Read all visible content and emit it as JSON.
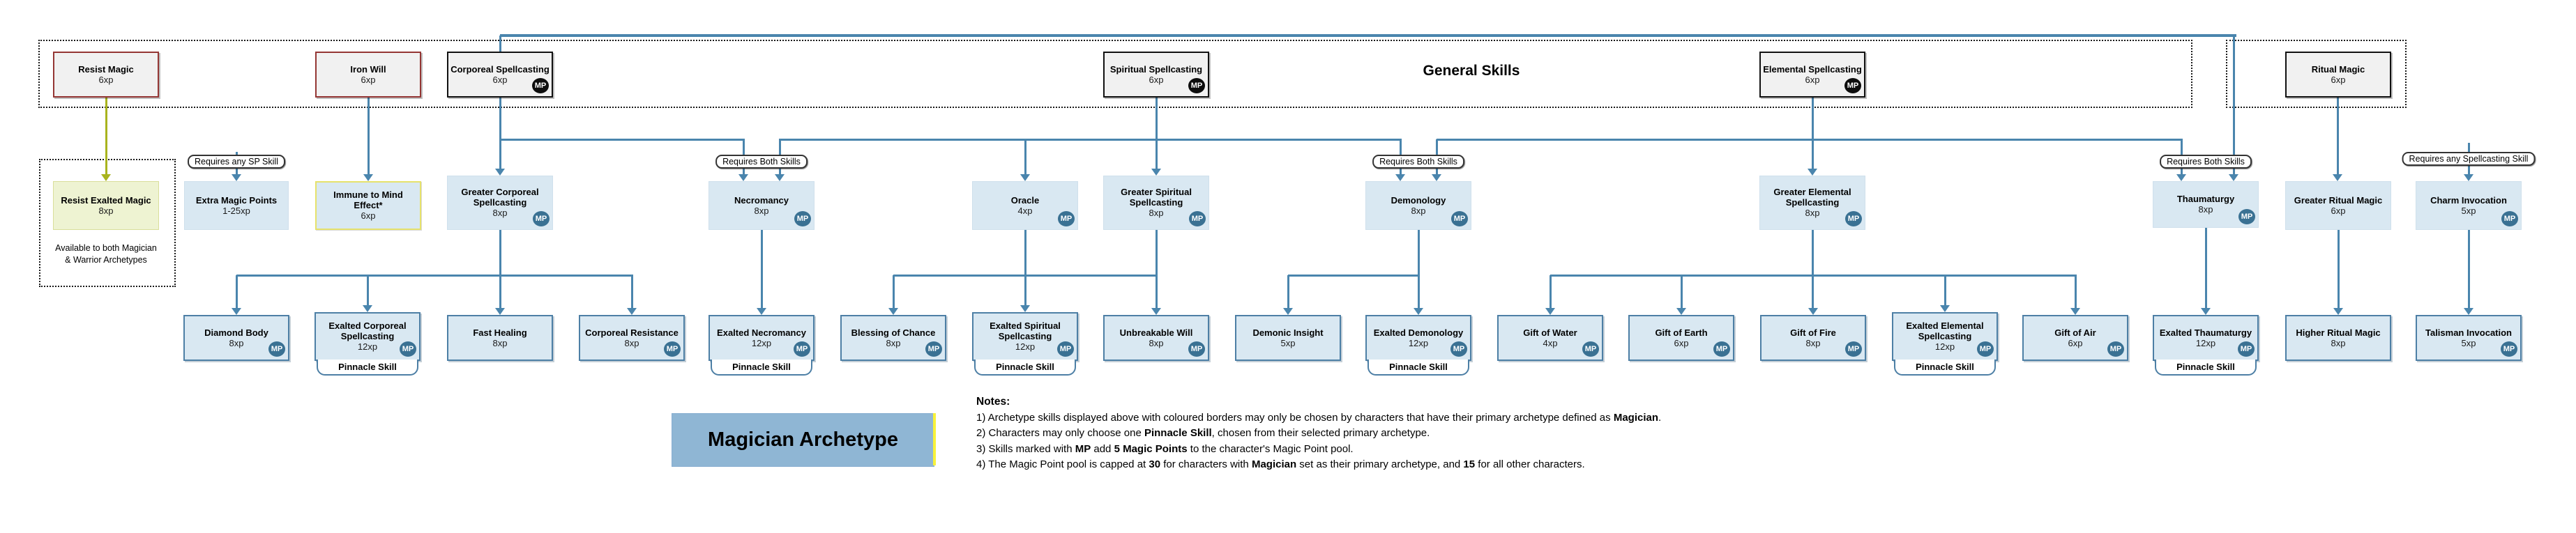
{
  "diagram_title": "General Skills",
  "archetype_banner": "Magician Archetype",
  "pinnacle_label": "Pinnacle Skill",
  "mp_badge": "MP",
  "availability_note": [
    "Available to both Magician",
    "& Warrior Archetypes"
  ],
  "requirement_labels": {
    "sp_skill": "Requires any SP Skill",
    "both_skills": "Requires Both Skills",
    "any_spellcasting": "Requires any Spellcasting Skill"
  },
  "colors": {
    "connector_blue": "#4a85ad",
    "connector_olive": "#a9b41e",
    "tier_fill_blue": "#d9e8f2",
    "tier3_border": "#4d7fa5",
    "general_skill_fill": "#f1f1f1",
    "archetype_red_border": "#943634",
    "highlight_yellow_border": "#e6e26b",
    "olive_fill": "#eef3d2",
    "banner_blue": "#8fb6d4",
    "banner_stripe_yellow": "#f8f23a"
  },
  "skills": [
    {
      "id": "resist-magic",
      "title": "Resist Magic",
      "xp": "6xp",
      "mp": false,
      "pinnacle": false,
      "tier": "general"
    },
    {
      "id": "iron-will",
      "title": "Iron Will",
      "xp": "6xp",
      "mp": false,
      "pinnacle": false,
      "tier": "general"
    },
    {
      "id": "corporeal-spellcasting",
      "title": "Corporeal Spellcasting",
      "xp": "6xp",
      "mp": true,
      "pinnacle": false,
      "tier": "general"
    },
    {
      "id": "spiritual-spellcasting",
      "title": "Spiritual Spellcasting",
      "xp": "6xp",
      "mp": true,
      "pinnacle": false,
      "tier": "general"
    },
    {
      "id": "elemental-spellcasting",
      "title": "Elemental Spellcasting",
      "xp": "6xp",
      "mp": true,
      "pinnacle": false,
      "tier": "general"
    },
    {
      "id": "ritual-magic",
      "title": "Ritual Magic",
      "xp": "6xp",
      "mp": false,
      "pinnacle": false,
      "tier": "general"
    },
    {
      "id": "resist-exalted-magic",
      "title": "Resist Exalted Magic",
      "xp": "8xp",
      "mp": false,
      "pinnacle": false,
      "tier": "2"
    },
    {
      "id": "extra-magic-points",
      "title": "Extra Magic Points",
      "xp": "1-25xp",
      "mp": false,
      "pinnacle": false,
      "tier": "2"
    },
    {
      "id": "immune-to-mind-effect",
      "title": "Immune to Mind Effect*",
      "xp": "6xp",
      "mp": false,
      "pinnacle": false,
      "tier": "2"
    },
    {
      "id": "greater-corporeal-spellcasting",
      "title": "Greater Corporeal Spellcasting",
      "xp": "8xp",
      "mp": true,
      "pinnacle": false,
      "tier": "2"
    },
    {
      "id": "necromancy",
      "title": "Necromancy",
      "xp": "8xp",
      "mp": true,
      "pinnacle": false,
      "tier": "2"
    },
    {
      "id": "oracle",
      "title": "Oracle",
      "xp": "4xp",
      "mp": true,
      "pinnacle": false,
      "tier": "2"
    },
    {
      "id": "greater-spiritual-spellcasting",
      "title": "Greater Spiritual Spellcasting",
      "xp": "8xp",
      "mp": true,
      "pinnacle": false,
      "tier": "2"
    },
    {
      "id": "demonology",
      "title": "Demonology",
      "xp": "8xp",
      "mp": true,
      "pinnacle": false,
      "tier": "2"
    },
    {
      "id": "greater-elemental-spellcasting",
      "title": "Greater Elemental Spellcasting",
      "xp": "8xp",
      "mp": true,
      "pinnacle": false,
      "tier": "2"
    },
    {
      "id": "thaumaturgy",
      "title": "Thaumaturgy",
      "xp": "8xp",
      "mp": true,
      "pinnacle": false,
      "tier": "2"
    },
    {
      "id": "greater-ritual-magic",
      "title": "Greater Ritual Magic",
      "xp": "6xp",
      "mp": false,
      "pinnacle": false,
      "tier": "2"
    },
    {
      "id": "charm-invocation",
      "title": "Charm Invocation",
      "xp": "5xp",
      "mp": true,
      "pinnacle": false,
      "tier": "2"
    },
    {
      "id": "diamond-body",
      "title": "Diamond Body",
      "xp": "8xp",
      "mp": true,
      "pinnacle": false,
      "tier": "3"
    },
    {
      "id": "exalted-corporeal-spellcasting",
      "title": "Exalted Corporeal Spellcasting",
      "xp": "12xp",
      "mp": true,
      "pinnacle": true,
      "tier": "3"
    },
    {
      "id": "fast-healing",
      "title": "Fast Healing",
      "xp": "8xp",
      "mp": false,
      "pinnacle": false,
      "tier": "3"
    },
    {
      "id": "corporeal-resistance",
      "title": "Corporeal Resistance",
      "xp": "8xp",
      "mp": true,
      "pinnacle": false,
      "tier": "3"
    },
    {
      "id": "exalted-necromancy",
      "title": "Exalted Necromancy",
      "xp": "12xp",
      "mp": true,
      "pinnacle": true,
      "tier": "3"
    },
    {
      "id": "blessing-of-chance",
      "title": "Blessing of Chance",
      "xp": "8xp",
      "mp": true,
      "pinnacle": false,
      "tier": "3"
    },
    {
      "id": "exalted-spiritual-spellcasting",
      "title": "Exalted Spiritual Spellcasting",
      "xp": "12xp",
      "mp": true,
      "pinnacle": true,
      "tier": "3"
    },
    {
      "id": "unbreakable-will",
      "title": "Unbreakable Will",
      "xp": "8xp",
      "mp": true,
      "pinnacle": false,
      "tier": "3"
    },
    {
      "id": "demonic-insight",
      "title": "Demonic Insight",
      "xp": "5xp",
      "mp": false,
      "pinnacle": false,
      "tier": "3"
    },
    {
      "id": "exalted-demonology",
      "title": "Exalted Demonology",
      "xp": "12xp",
      "mp": true,
      "pinnacle": true,
      "tier": "3"
    },
    {
      "id": "gift-of-water",
      "title": "Gift of Water",
      "xp": "4xp",
      "mp": true,
      "pinnacle": false,
      "tier": "3"
    },
    {
      "id": "gift-of-earth",
      "title": "Gift of Earth",
      "xp": "6xp",
      "mp": true,
      "pinnacle": false,
      "tier": "3"
    },
    {
      "id": "gift-of-fire",
      "title": "Gift of Fire",
      "xp": "8xp",
      "mp": true,
      "pinnacle": false,
      "tier": "3"
    },
    {
      "id": "exalted-elemental-spellcasting",
      "title": "Exalted Elemental Spellcasting",
      "xp": "12xp",
      "mp": true,
      "pinnacle": true,
      "tier": "3"
    },
    {
      "id": "gift-of-air",
      "title": "Gift of Air",
      "xp": "6xp",
      "mp": true,
      "pinnacle": false,
      "tier": "3"
    },
    {
      "id": "exalted-thaumaturgy",
      "title": "Exalted Thaumaturgy",
      "xp": "12xp",
      "mp": true,
      "pinnacle": true,
      "tier": "3"
    },
    {
      "id": "higher-ritual-magic",
      "title": "Higher Ritual Magic",
      "xp": "8xp",
      "mp": false,
      "pinnacle": false,
      "tier": "3"
    },
    {
      "id": "talisman-invocation",
      "title": "Talisman Invocation",
      "xp": "5xp",
      "mp": true,
      "pinnacle": false,
      "tier": "3"
    }
  ],
  "notes": {
    "heading": "Notes:",
    "items": [
      [
        {
          "t": "1) Archetype skills displayed above with coloured borders may only be chosen by characters that have their primary archetype defined as "
        },
        {
          "t": "Magician",
          "b": true
        },
        {
          "t": "."
        }
      ],
      [
        {
          "t": "2) Characters may only choose one "
        },
        {
          "t": "Pinnacle Skill",
          "b": true
        },
        {
          "t": ", chosen from their selected primary archetype."
        }
      ],
      [
        {
          "t": "3) Skills marked with "
        },
        {
          "t": "MP",
          "b": true
        },
        {
          "t": " add "
        },
        {
          "t": "5 Magic Points",
          "b": true
        },
        {
          "t": " to the character's Magic Point pool."
        }
      ],
      [
        {
          "t": "4) The Magic Point pool is capped at "
        },
        {
          "t": "30",
          "b": true
        },
        {
          "t": " for characters with "
        },
        {
          "t": "Magician",
          "b": true
        },
        {
          "t": " set as their primary archetype, and "
        },
        {
          "t": "15",
          "b": true
        },
        {
          "t": " for all other characters."
        }
      ]
    ]
  }
}
